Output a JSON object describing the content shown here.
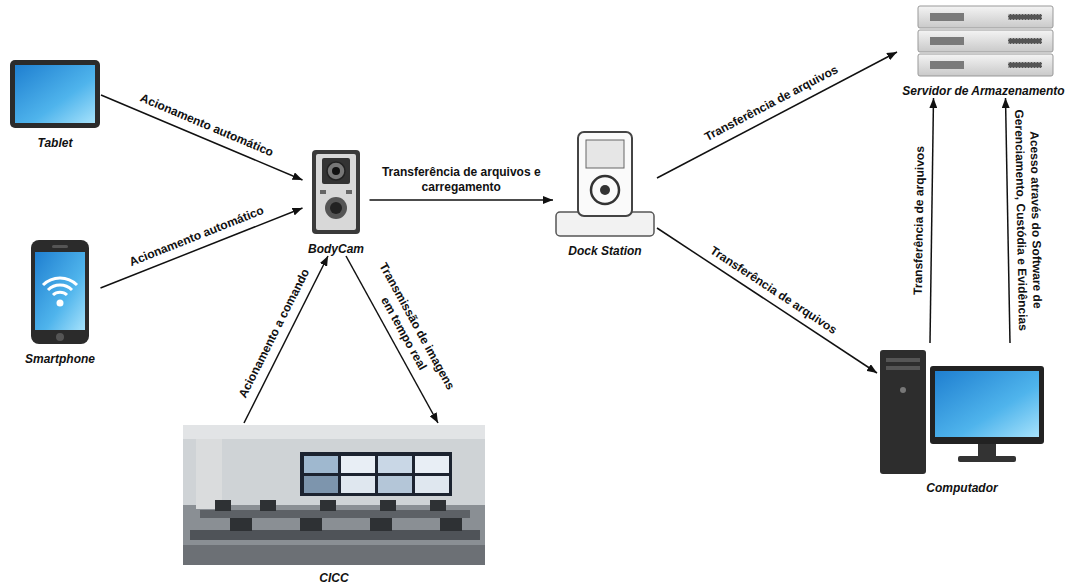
{
  "diagram": {
    "nodes": [
      {
        "text": [
          "Tablet"
        ]
      },
      {
        "text": [
          "Smartphone"
        ]
      },
      {
        "text": [
          "BodyCam"
        ]
      },
      {
        "text": [
          "CICC"
        ]
      },
      {
        "text": [
          "Dock Station"
        ]
      },
      {
        "text": [
          "Servidor de Armazenamento"
        ]
      },
      {
        "text": [
          "Computador"
        ]
      }
    ],
    "edges": [
      {
        "from": 0,
        "to": 2,
        "arrow": "to",
        "label": "Acionamento automático"
      },
      {
        "from": 1,
        "to": 2,
        "arrow": "to",
        "label": "Acionamento automático"
      },
      {
        "from": 3,
        "to": 2,
        "arrow": "to",
        "label": "Acionamento a comando"
      },
      {
        "from": 2,
        "to": 3,
        "arrow": "to",
        "label": "Transmissão de imagens em tempo real"
      },
      {
        "from": 2,
        "to": 4,
        "arrow": "to",
        "label": "Transferência de arquivos e carregamento"
      },
      {
        "from": 4,
        "to": 5,
        "arrow": "to",
        "label": "Transferência de arquivos"
      },
      {
        "from": 4,
        "to": 6,
        "arrow": "to",
        "label": "Transferência de arquivos"
      },
      {
        "from": 6,
        "to": 5,
        "arrow": "to",
        "label": "Transferência de arquivos"
      },
      {
        "from": 6,
        "to": 5,
        "arrow": "to",
        "label": "Acesso através do Software de Gerenciamento, Custódia e Evidências"
      }
    ]
  }
}
